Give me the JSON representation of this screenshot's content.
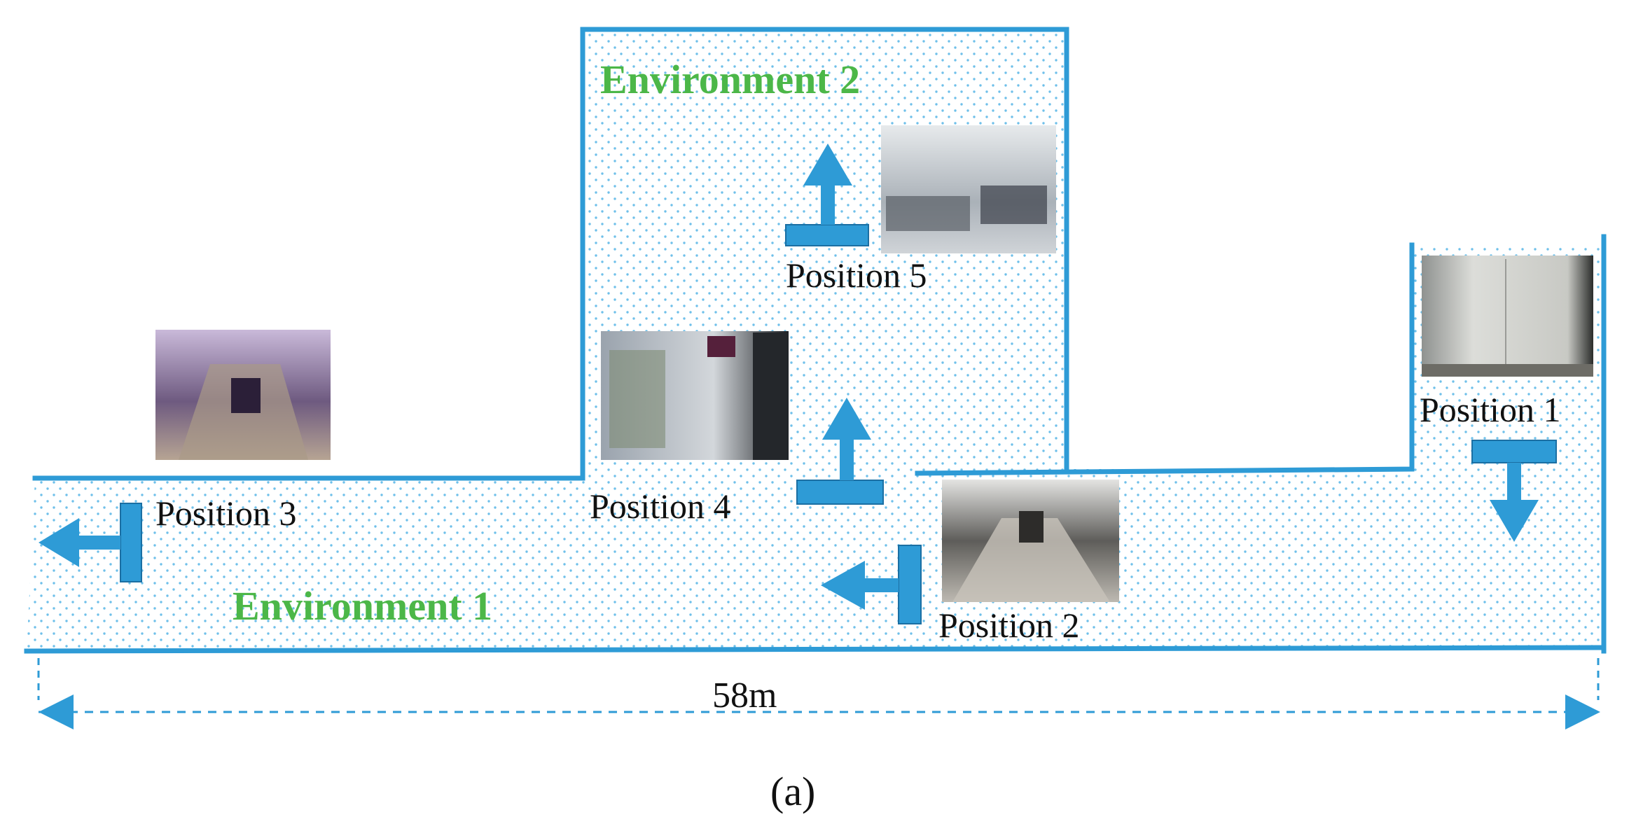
{
  "environments": {
    "env1": "Environment 1",
    "env2": "Environment 2"
  },
  "positions": {
    "p1": "Position 1",
    "p2": "Position 2",
    "p3": "Position 3",
    "p4": "Position 4",
    "p5": "Position 5"
  },
  "scale_label": "58m",
  "caption": "(a)",
  "colors": {
    "wall": "#2e9bd6",
    "arrow": "#2e9bd6",
    "env_label": "#4cb748",
    "dots": "#6fc0ea",
    "dim_line": "#2e9bd6"
  },
  "photos": {
    "p1": "door-wall-photo",
    "p2": "corridor-photo",
    "p3": "dim-corridor-photo",
    "p4": "workshop-photo",
    "p5": "office-lab-photo"
  }
}
